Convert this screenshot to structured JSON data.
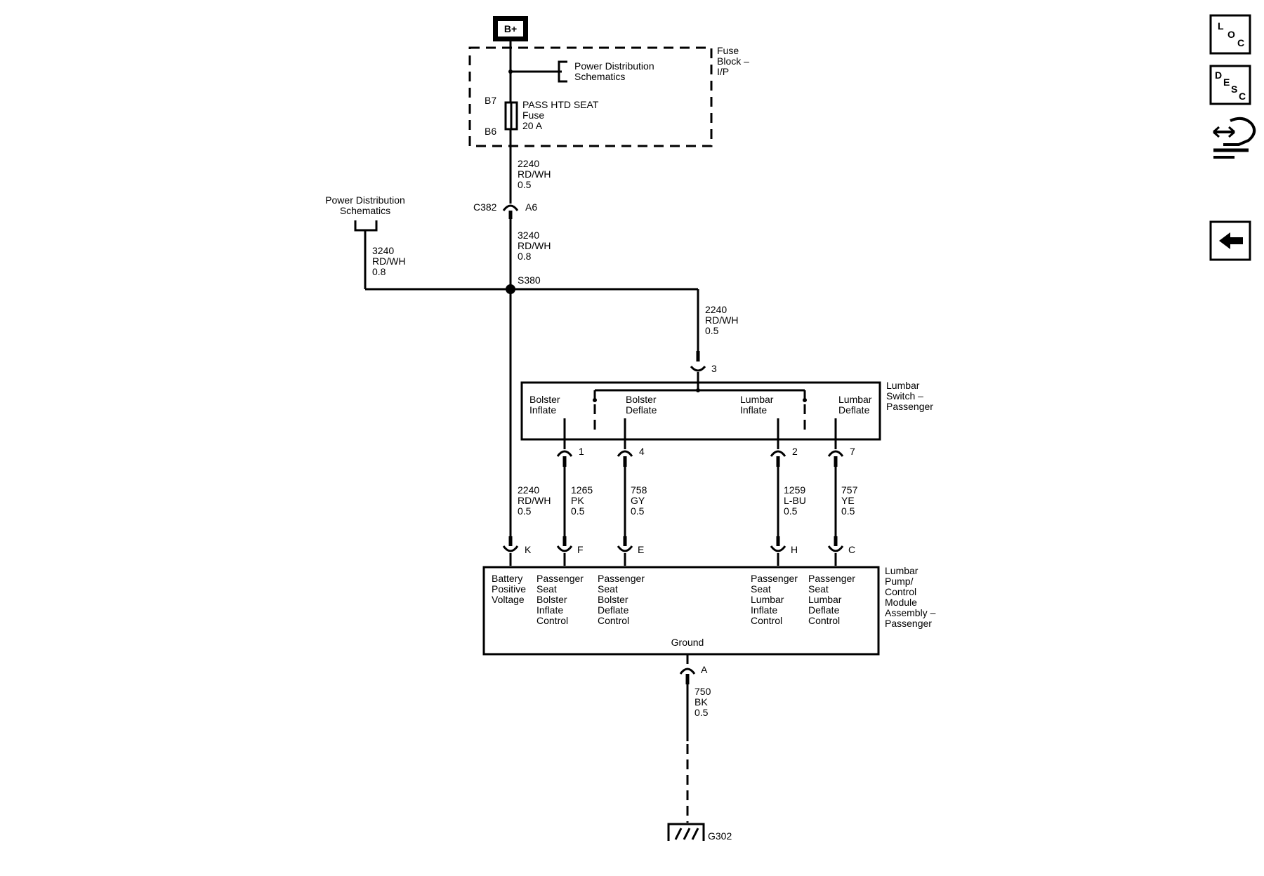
{
  "supply": {
    "label": "B+"
  },
  "fuse_block": {
    "name_lines": [
      "Fuse",
      "Block –",
      "I/P"
    ],
    "ref_lines": [
      "Power Distribution",
      "Schematics"
    ],
    "fuse_pin_top": "B7",
    "fuse_pin_bottom": "B6",
    "fuse_lines": [
      "PASS HTD SEAT",
      "Fuse",
      "20 A"
    ]
  },
  "wires": {
    "w_fuse_out": [
      "2240",
      "RD/WH",
      "0.5"
    ],
    "w_c382_out": [
      "3240",
      "RD/WH",
      "0.8"
    ],
    "w_pds_left": [
      "3240",
      "RD/WH",
      "0.8"
    ],
    "w_to_switch": [
      "2240",
      "RD/WH",
      "0.5"
    ],
    "w_batt": [
      "2240",
      "RD/WH",
      "0.5"
    ],
    "w_bolster_inflate": [
      "1265",
      "PK",
      "0.5"
    ],
    "w_bolster_deflate": [
      "758",
      "GY",
      "0.5"
    ],
    "w_lumbar_inflate": [
      "1259",
      "L-BU",
      "0.5"
    ],
    "w_lumbar_deflate": [
      "757",
      "YE",
      "0.5"
    ],
    "w_ground": [
      "750",
      "BK",
      "0.5"
    ]
  },
  "left_ref": [
    "Power Distribution",
    "Schematics"
  ],
  "connector": {
    "name": "C382",
    "pin": "A6"
  },
  "splice": "S380",
  "switch": {
    "name_lines": [
      "Lumbar",
      "Switch –",
      "Passenger"
    ],
    "feed_pin": "3",
    "sections": [
      {
        "label": [
          "Bolster",
          "Inflate"
        ],
        "pin": "1"
      },
      {
        "label": [
          "Bolster",
          "Deflate"
        ],
        "pin": "4"
      },
      {
        "label": [
          "Lumbar",
          "Inflate"
        ],
        "pin": "2"
      },
      {
        "label": [
          "Lumbar",
          "Deflate"
        ],
        "pin": "7"
      }
    ]
  },
  "module": {
    "name_lines": [
      "Lumbar",
      "Pump/",
      "Control",
      "Module",
      "Assembly –",
      "Passenger"
    ],
    "pins": [
      "K",
      "F",
      "E",
      "H",
      "C"
    ],
    "functions": [
      [
        "Battery",
        "Positive",
        "Voltage"
      ],
      [
        "Passenger",
        "Seat",
        "Bolster",
        "Inflate",
        "Control"
      ],
      [
        "Passenger",
        "Seat",
        "Bolster",
        "Deflate",
        "Control"
      ],
      [
        "Passenger",
        "Seat",
        "Lumbar",
        "Inflate",
        "Control"
      ],
      [
        "Passenger",
        "Seat",
        "Lumbar",
        "Deflate",
        "Control"
      ]
    ],
    "ground_label": "Ground",
    "ground_pin": "A"
  },
  "ground": "G302",
  "nav": {
    "loc": [
      "L",
      "O",
      "C"
    ],
    "desc": [
      "D",
      "E",
      "S",
      "C"
    ],
    "icons": [
      "loc-icon",
      "desc-icon",
      "connector-hand-icon",
      "back-arrow-icon"
    ]
  }
}
